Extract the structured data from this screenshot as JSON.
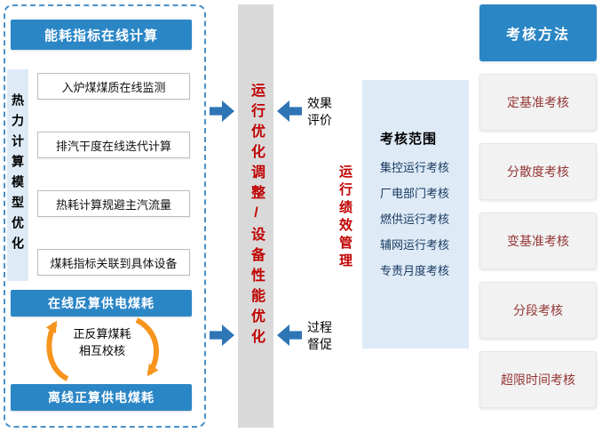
{
  "diagram": {
    "left_panel": {
      "vertical_label": "热力计算模型优化",
      "header": "能耗指标在线计算",
      "steps": [
        "入炉煤煤质在线监测",
        "排汽干度在线迭代计算",
        "热耗计算规避主汽流量",
        "煤耗指标关联到具体设备"
      ],
      "online_calc_box": "在线反算供电煤耗",
      "offline_calc_box": "离线正算供电煤耗",
      "cycle_note_line1": "正反算煤耗",
      "cycle_note_line2": "相互校核"
    },
    "center": {
      "optimization_bar": "运行优化调整/设备性能优化",
      "effect_line1": "效果",
      "effect_line2": "评价",
      "process_line1": "过程",
      "process_line2": "督促",
      "performance_bar": "运行绩效管理"
    },
    "scope_panel": {
      "title": "考核范围",
      "items": [
        "集控运行考核",
        "厂电部门考核",
        "燃供运行考核",
        "辅网运行考核",
        "专责月度考核"
      ]
    },
    "methods_column": {
      "title": "考核方法",
      "items": [
        "定基准考核",
        "分散度考核",
        "变基准考核",
        "分段考核",
        "超限时间考核"
      ]
    },
    "colors": {
      "primary_blue": "#2B86C6",
      "arrow_blue": "#2E75B6",
      "light_blue_fill": "#DEEBF7",
      "gray_bar": "#D9D9D9",
      "method_box_gray": "#F2F2F2",
      "accent_red": "#C00000",
      "method_text_red": "#943634",
      "scope_text_navy": "#17375E",
      "cycle_orange": "#F7941D"
    }
  }
}
